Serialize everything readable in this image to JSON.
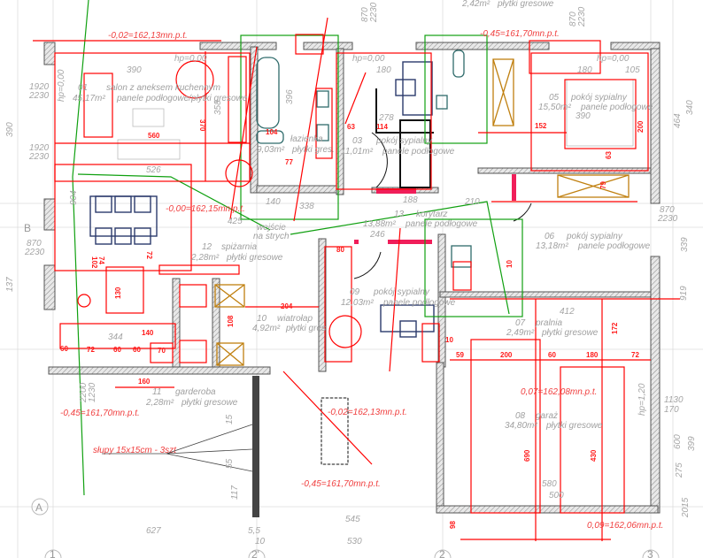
{
  "rooms": [
    {
      "no": "01",
      "name": "salon z aneksem kuchennym",
      "area": "45,17m²",
      "floor": "panele podłogowe/płytki gresowe"
    },
    {
      "no": "02",
      "name": "łazienka",
      "area": "9,03m²",
      "floor": "płytki gres."
    },
    {
      "no": "03",
      "name": "pokój sypialny",
      "area": "11,01m²",
      "floor": "panele podłogowe"
    },
    {
      "no": "05",
      "name": "pokój sypialny",
      "area": "15,50m²",
      "floor": "panele podłogowe"
    },
    {
      "no": "06",
      "name": "pokój sypialny",
      "area": "13,18m²",
      "floor": "panele podłogowe"
    },
    {
      "no": "07",
      "name": "pralnia",
      "area": "2,49m²",
      "floor": "płytki gresowe"
    },
    {
      "no": "08",
      "name": "garaż",
      "area": "34,80m²",
      "floor": "płytki gresowe"
    },
    {
      "no": "09",
      "name": "pokój sypialny",
      "area": "12,03m²",
      "floor": "panele podłogowe"
    },
    {
      "no": "10",
      "name": "wiatrołap",
      "area": "4,92m²",
      "floor": "płytki gres"
    },
    {
      "no": "11",
      "name": "garderoba",
      "area": "2,28m²",
      "floor": "płytki gresowe"
    },
    {
      "no": "12",
      "name": "spiżarnia",
      "area": "2,28m²",
      "floor": "płytki gresowe"
    },
    {
      "no": "13",
      "name": "korytarz",
      "area": "13,88m²",
      "floor": "panele podłogowe"
    }
  ],
  "top_room": {
    "area": "2,42m²",
    "floor": "płytki gresowe"
  },
  "attic": {
    "line1": "wejście",
    "line2": "na strych"
  },
  "levels": [
    "-0,02=162,13mn.p.t.",
    "-0,45=161,70mn.p.t.",
    "-0,00=162,15mn.p.t.",
    "-0,45=161,70mn.p.t.",
    "-0,02=162,13mn.p.t.",
    "-0,45=161,70mn.p.t.",
    "0,07=162,08mn.p.t.",
    "0,09=162,06mn.p.t."
  ],
  "columns_note": "słupy 15x15cm - 3szt",
  "axes": {
    "A": "A",
    "B": "B",
    "1": "1",
    "2p": "2'",
    "2": "2",
    "3": "3"
  },
  "red_dims": [
    "560",
    "370",
    "104",
    "77",
    "63",
    "114",
    "152",
    "200",
    "63",
    "79",
    "200",
    "60",
    "180",
    "72",
    "59",
    "10",
    "172",
    "690",
    "430",
    "98",
    "108",
    "140",
    "160",
    "204",
    "80",
    "130",
    "70",
    "72",
    "60",
    "60",
    "60",
    "102",
    "74",
    "72",
    "10"
  ],
  "grey_dims": [
    "390",
    "526",
    "425",
    "140",
    "188",
    "278",
    "210",
    "246",
    "412",
    "580",
    "500",
    "627",
    "545",
    "530",
    "1920",
    "2230",
    "1920",
    "2230",
    "870",
    "2230",
    "396",
    "358",
    "338",
    "464",
    "340",
    "919",
    "339",
    "600",
    "399",
    "275",
    "2015",
    "1130",
    "170",
    "hp=1,20",
    "hp=0,00",
    "hp=0,00",
    "hp=0,00",
    "hp=0,00",
    "870",
    "2230",
    "870",
    "2230",
    "870",
    "2230",
    "180",
    "180",
    "105",
    "390",
    "344",
    "904",
    "390",
    "137",
    "117",
    "15",
    "55",
    "5,5",
    "2200",
    "1230",
    "10"
  ],
  "colors": {
    "annotation": "#ff0000",
    "walls": "#555555",
    "zones": "#10a010",
    "furniture": "#2b3a6b",
    "wardrobe": "#c08010",
    "door_highlight": "#f01e5a"
  }
}
